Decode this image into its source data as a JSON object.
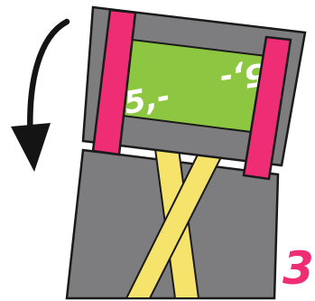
{
  "step": {
    "number": "3"
  },
  "banknote": {
    "value_label": "5,-",
    "value_label_upside_down": "5,-"
  },
  "colors": {
    "wallet_gray": "#7d7d7f",
    "outline": "#1a1a1a",
    "strap_pink": "#ee2d75",
    "banknote_green": "#8dc641",
    "band_yellow": "#f6e36c",
    "arrow_black": "#141414",
    "step_number_pink": "#ee2d75"
  },
  "icons": {
    "rotation_arrow": "curved-arrow-down-icon"
  }
}
